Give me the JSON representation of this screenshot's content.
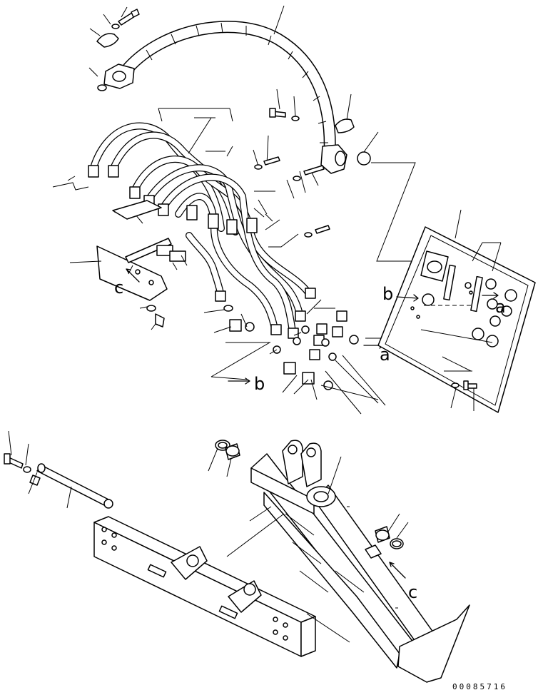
{
  "diagram": {
    "references": {
      "a_plate": "a",
      "a_valve": "a",
      "b_plate": "b",
      "b_valve": "b",
      "c_bracket": "c",
      "c_frame": "c"
    },
    "document_id": "00085716"
  }
}
